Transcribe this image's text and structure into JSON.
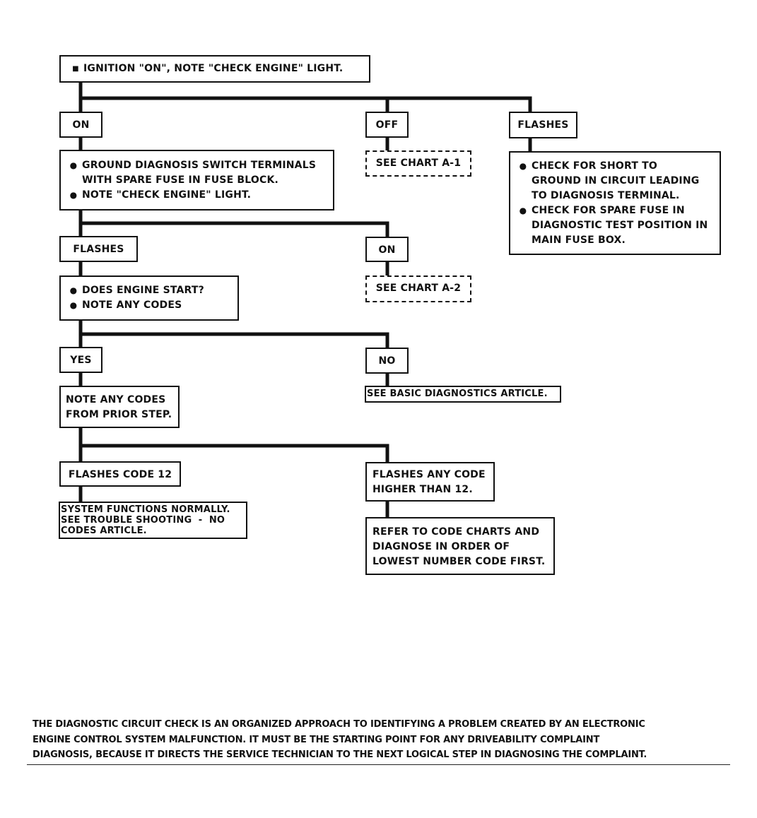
{
  "flowchart": {
    "start": {
      "bullet": "■",
      "text": "IGNITION \"ON\", NOTE \"CHECK ENGINE\" LIGHT."
    },
    "on_label": "ON",
    "off_label": "OFF",
    "flashes_label": "FLASHES",
    "see_chart_a1": "SEE CHART A-1",
    "flashes_detail": {
      "bullet": "●",
      "items": [
        [
          "CHECK FOR SHORT TO",
          "GROUND IN CIRCUIT LEADING",
          "TO DIAGNOSIS TERMINAL."
        ],
        [
          "CHECK FOR SPARE FUSE IN",
          "DIAGNOSTIC TEST POSITION IN",
          "MAIN FUSE BOX."
        ]
      ]
    },
    "ground_step": {
      "bullet": "●",
      "items": [
        [
          "GROUND DIAGNOSIS SWITCH TERMINALS",
          "WITH SPARE FUSE IN FUSE BLOCK."
        ],
        [
          "NOTE \"CHECK ENGINE\" LIGHT."
        ]
      ]
    },
    "flashes2_label": "FLASHES",
    "on2_label": "ON",
    "see_chart_a2": "SEE CHART A-2",
    "engine_step": {
      "bullet": "●",
      "items": [
        [
          "DOES ENGINE START?"
        ],
        [
          "NOTE ANY CODES"
        ]
      ]
    },
    "yes_label": "YES",
    "no_label": "NO",
    "basic_diagnostics": "SEE BASIC DIAGNOSTICS ARTICLE.",
    "note_codes": [
      "NOTE ANY CODES",
      "FROM PRIOR STEP."
    ],
    "code12_label": "FLASHES CODE 12",
    "higher_code": [
      "FLASHES ANY CODE",
      "HIGHER THAN 12."
    ],
    "system_normal": [
      "SYSTEM FUNCTIONS NORMALLY.",
      "SEE TROUBLE SHOOTING  -  NO",
      "CODES ARTICLE."
    ],
    "refer_codes": [
      "REFER TO CODE CHARTS AND",
      "DIAGNOSE IN ORDER OF",
      "LOWEST NUMBER CODE FIRST."
    ]
  },
  "footer": {
    "lines": [
      "THE DIAGNOSTIC CIRCUIT CHECK IS AN ORGANIZED APPROACH TO IDENTIFYING A PROBLEM CREATED BY AN ELECTRONIC",
      "ENGINE CONTROL SYSTEM MALFUNCTION. IT MUST BE THE STARTING POINT FOR ANY DRIVEABILITY COMPLAINT",
      "DIAGNOSIS, BECAUSE IT DIRECTS THE SERVICE TECHNICIAN TO THE NEXT LOGICAL STEP IN DIAGNOSING THE COMPLAINT."
    ]
  },
  "colors": {
    "ink": "#111111",
    "paper": "#ffffff"
  }
}
